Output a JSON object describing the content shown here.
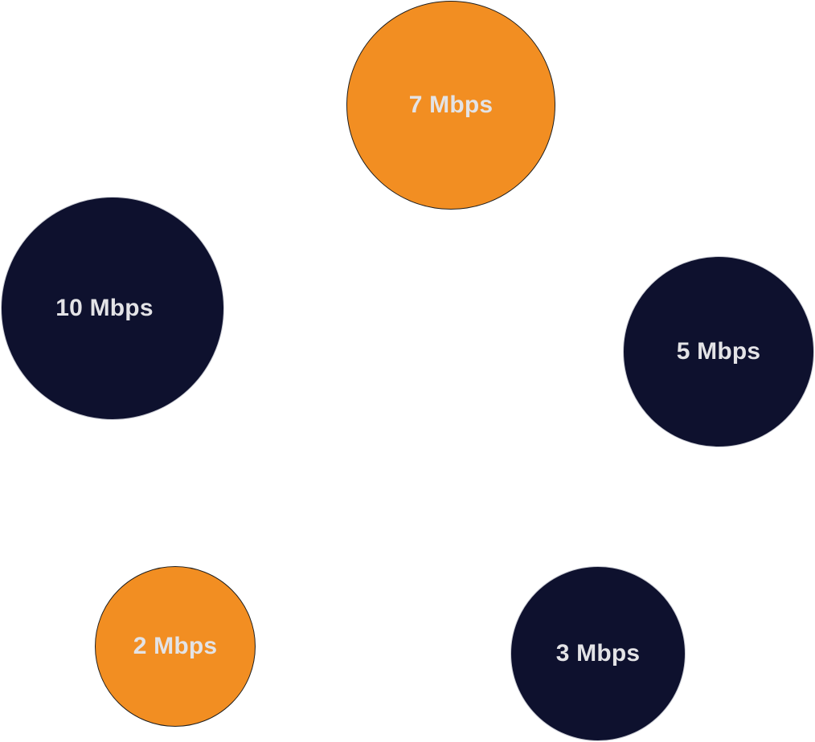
{
  "colors": {
    "accent": "#f28e22",
    "dark": "#0e112e",
    "label": "#e3e3e6"
  },
  "bubbles": [
    {
      "id": "b-7",
      "label": "7 Mbps",
      "value_mbps": 7,
      "style": "accent"
    },
    {
      "id": "b-10",
      "label": "10 Mbps",
      "value_mbps": 10,
      "style": "dark"
    },
    {
      "id": "b-5",
      "label": "5 Mbps",
      "value_mbps": 5,
      "style": "dark"
    },
    {
      "id": "b-2",
      "label": "2 Mbps",
      "value_mbps": 2,
      "style": "accent"
    },
    {
      "id": "b-3",
      "label": "3 Mbps",
      "value_mbps": 3,
      "style": "dark"
    }
  ]
}
